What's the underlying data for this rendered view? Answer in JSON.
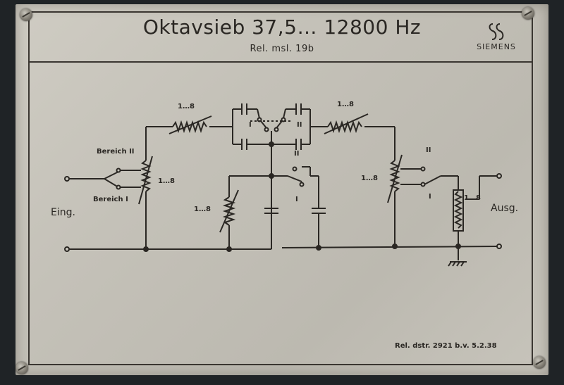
{
  "title": "Oktavsieb 37,5… 12800 Hz",
  "subtitle": "Rel. msl. 19b",
  "brand": "SIEMENS",
  "footer": "Rel. dstr. 2921 b.v.  5.2.38",
  "labels": {
    "input": "Eing.",
    "output": "Ausg.",
    "range_upper": "Bereich II",
    "range_lower": "Bereich I",
    "range_1_8": "1…8",
    "pos_I": "I",
    "pos_II": "II"
  },
  "colors": {
    "ink": "#2a2723",
    "plate": "#c8c5bc"
  }
}
